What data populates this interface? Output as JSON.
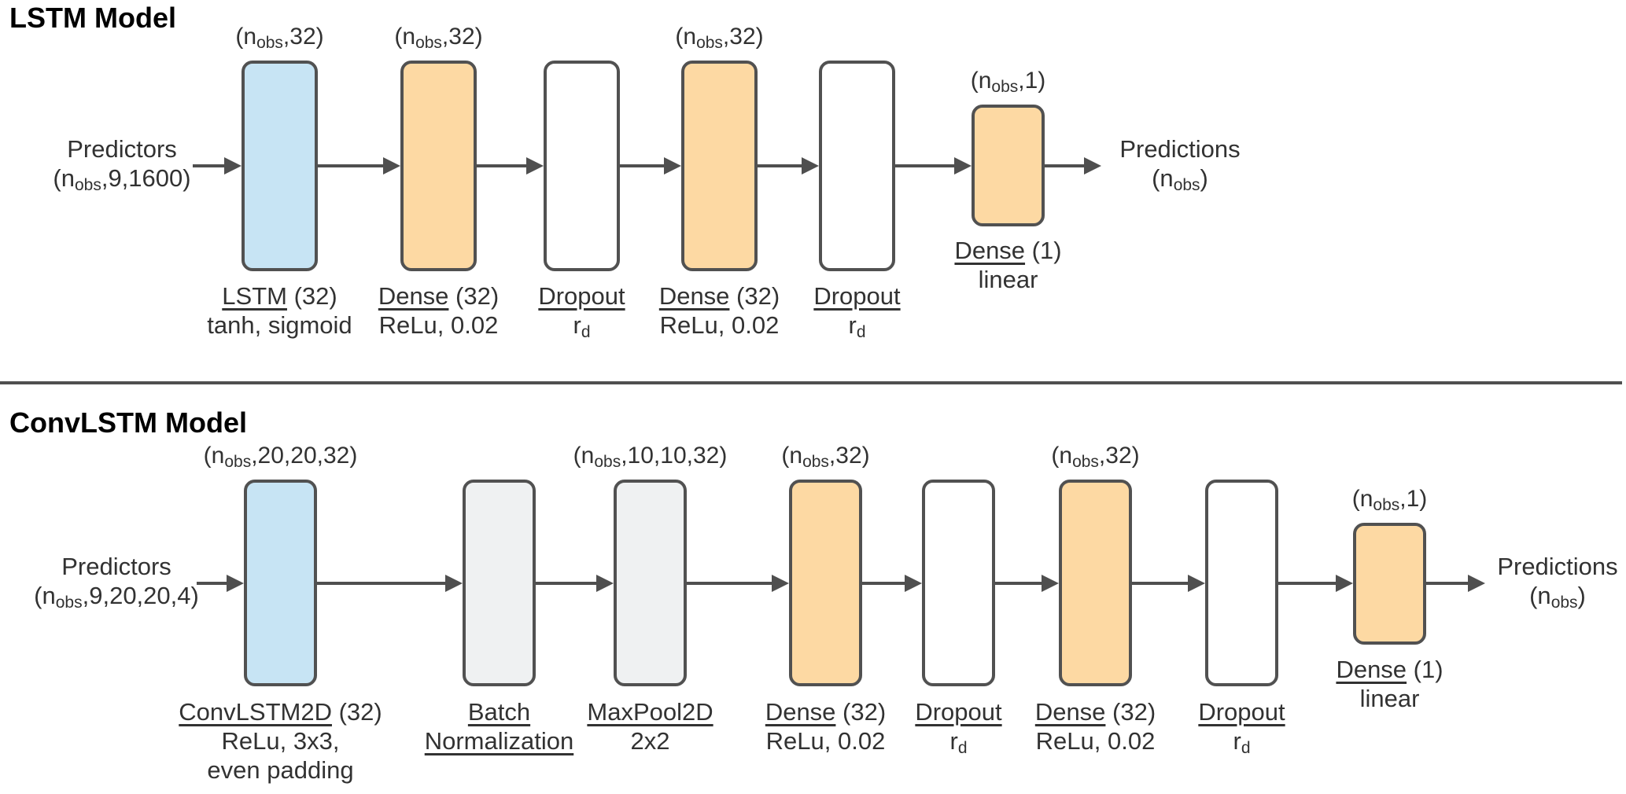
{
  "colors": {
    "blue": "#c7e4f4",
    "orange": "#fdd9a3",
    "gray": "#eff1f2",
    "white": "#ffffff",
    "stroke": "#515151",
    "arrow": "#4f4f4f",
    "divider": "#4f4f4f",
    "text": "#323232",
    "title": "#000000"
  },
  "models": [
    {
      "id": "lstm-model",
      "title": "LSTM Model",
      "input": {
        "lines": [
          [
            {
              "t": "Predictors"
            }
          ],
          [
            {
              "t": "(n"
            },
            {
              "t": "obs",
              "sub": true
            },
            {
              "t": ",9,1600)"
            }
          ]
        ]
      },
      "output": {
        "lines": [
          [
            {
              "t": "Predictions"
            }
          ],
          [
            {
              "t": "(n"
            },
            {
              "t": "obs",
              "sub": true
            },
            {
              "t": ")"
            }
          ]
        ]
      },
      "blocks": [
        {
          "id": "lstm",
          "fill": "blue",
          "anno": [
            {
              "t": "(n"
            },
            {
              "t": "obs",
              "sub": true
            },
            {
              "t": ",32)"
            }
          ],
          "label": [
            [
              {
                "t": "LSTM",
                "u": true
              },
              {
                "t": " (32)"
              }
            ],
            [
              {
                "t": "tanh, sigmoid"
              }
            ]
          ]
        },
        {
          "id": "dense-1",
          "fill": "orange",
          "anno": [
            {
              "t": "(n"
            },
            {
              "t": "obs",
              "sub": true
            },
            {
              "t": ",32)"
            }
          ],
          "label": [
            [
              {
                "t": "Dense",
                "u": true
              },
              {
                "t": " (32)"
              }
            ],
            [
              {
                "t": "ReLu, 0.02"
              }
            ]
          ]
        },
        {
          "id": "dropout-1",
          "fill": "white",
          "label": [
            [
              {
                "t": "Dropout",
                "u": true
              }
            ],
            [
              {
                "t": "r"
              },
              {
                "t": "d",
                "sub": true
              }
            ]
          ]
        },
        {
          "id": "dense-2",
          "fill": "orange",
          "anno": [
            {
              "t": "(n"
            },
            {
              "t": "obs",
              "sub": true
            },
            {
              "t": ",32)"
            }
          ],
          "label": [
            [
              {
                "t": "Dense",
                "u": true
              },
              {
                "t": " (32)"
              }
            ],
            [
              {
                "t": "ReLu, 0.02"
              }
            ]
          ]
        },
        {
          "id": "dropout-2",
          "fill": "white",
          "label": [
            [
              {
                "t": "Dropout",
                "u": true
              }
            ],
            [
              {
                "t": "r"
              },
              {
                "t": "d",
                "sub": true
              }
            ]
          ]
        },
        {
          "id": "dense-out",
          "fill": "orange",
          "anno": [
            {
              "t": "(n"
            },
            {
              "t": "obs",
              "sub": true
            },
            {
              "t": ",1)"
            }
          ],
          "label": [
            [
              {
                "t": "Dense",
                "u": true
              },
              {
                "t": " (1)"
              }
            ],
            [
              {
                "t": "linear"
              }
            ]
          ]
        }
      ]
    },
    {
      "id": "convlstm-model",
      "title": "ConvLSTM Model",
      "input": {
        "lines": [
          [
            {
              "t": "Predictors"
            }
          ],
          [
            {
              "t": "(n"
            },
            {
              "t": "obs",
              "sub": true
            },
            {
              "t": ",9,20,20,4)"
            }
          ]
        ]
      },
      "output": {
        "lines": [
          [
            {
              "t": "Predictions"
            }
          ],
          [
            {
              "t": "(n"
            },
            {
              "t": "obs",
              "sub": true
            },
            {
              "t": ")"
            }
          ]
        ]
      },
      "blocks": [
        {
          "id": "convlstm2d",
          "fill": "blue",
          "anno": [
            {
              "t": "(n"
            },
            {
              "t": "obs",
              "sub": true
            },
            {
              "t": ",20,20,32)"
            }
          ],
          "label": [
            [
              {
                "t": "ConvLSTM2D",
                "u": true
              },
              {
                "t": " (32)"
              }
            ],
            [
              {
                "t": "ReLu, 3x3,"
              }
            ],
            [
              {
                "t": "even padding"
              }
            ]
          ]
        },
        {
          "id": "batch-norm",
          "fill": "gray",
          "label": [
            [
              {
                "t": "Batch",
                "u": true
              }
            ],
            [
              {
                "t": "Normalization",
                "u": true
              }
            ]
          ]
        },
        {
          "id": "maxpool2d",
          "fill": "gray",
          "anno": [
            {
              "t": "(n"
            },
            {
              "t": "obs",
              "sub": true
            },
            {
              "t": ",10,10,32)"
            }
          ],
          "label": [
            [
              {
                "t": "MaxPool2D",
                "u": true
              }
            ],
            [
              {
                "t": "2x2"
              }
            ]
          ]
        },
        {
          "id": "dense-1",
          "fill": "orange",
          "anno": [
            {
              "t": "(n"
            },
            {
              "t": "obs",
              "sub": true
            },
            {
              "t": ",32)"
            }
          ],
          "label": [
            [
              {
                "t": "Dense",
                "u": true
              },
              {
                "t": " (32)"
              }
            ],
            [
              {
                "t": "ReLu, 0.02"
              }
            ]
          ]
        },
        {
          "id": "dropout-1",
          "fill": "white",
          "label": [
            [
              {
                "t": "Dropout",
                "u": true
              }
            ],
            [
              {
                "t": "r"
              },
              {
                "t": "d",
                "sub": true
              }
            ]
          ]
        },
        {
          "id": "dense-2",
          "fill": "orange",
          "anno": [
            {
              "t": "(n"
            },
            {
              "t": "obs",
              "sub": true
            },
            {
              "t": ",32)"
            }
          ],
          "label": [
            [
              {
                "t": "Dense",
                "u": true
              },
              {
                "t": " (32)"
              }
            ],
            [
              {
                "t": "ReLu, 0.02"
              }
            ]
          ]
        },
        {
          "id": "dropout-2",
          "fill": "white",
          "label": [
            [
              {
                "t": "Dropout",
                "u": true
              }
            ],
            [
              {
                "t": "r"
              },
              {
                "t": "d",
                "sub": true
              }
            ]
          ]
        },
        {
          "id": "dense-out",
          "fill": "orange",
          "anno": [
            {
              "t": "(n"
            },
            {
              "t": "obs",
              "sub": true
            },
            {
              "t": ",1)"
            }
          ],
          "label": [
            [
              {
                "t": "Dense",
                "u": true
              },
              {
                "t": " (1)"
              }
            ],
            [
              {
                "t": "linear"
              }
            ]
          ]
        }
      ]
    }
  ]
}
